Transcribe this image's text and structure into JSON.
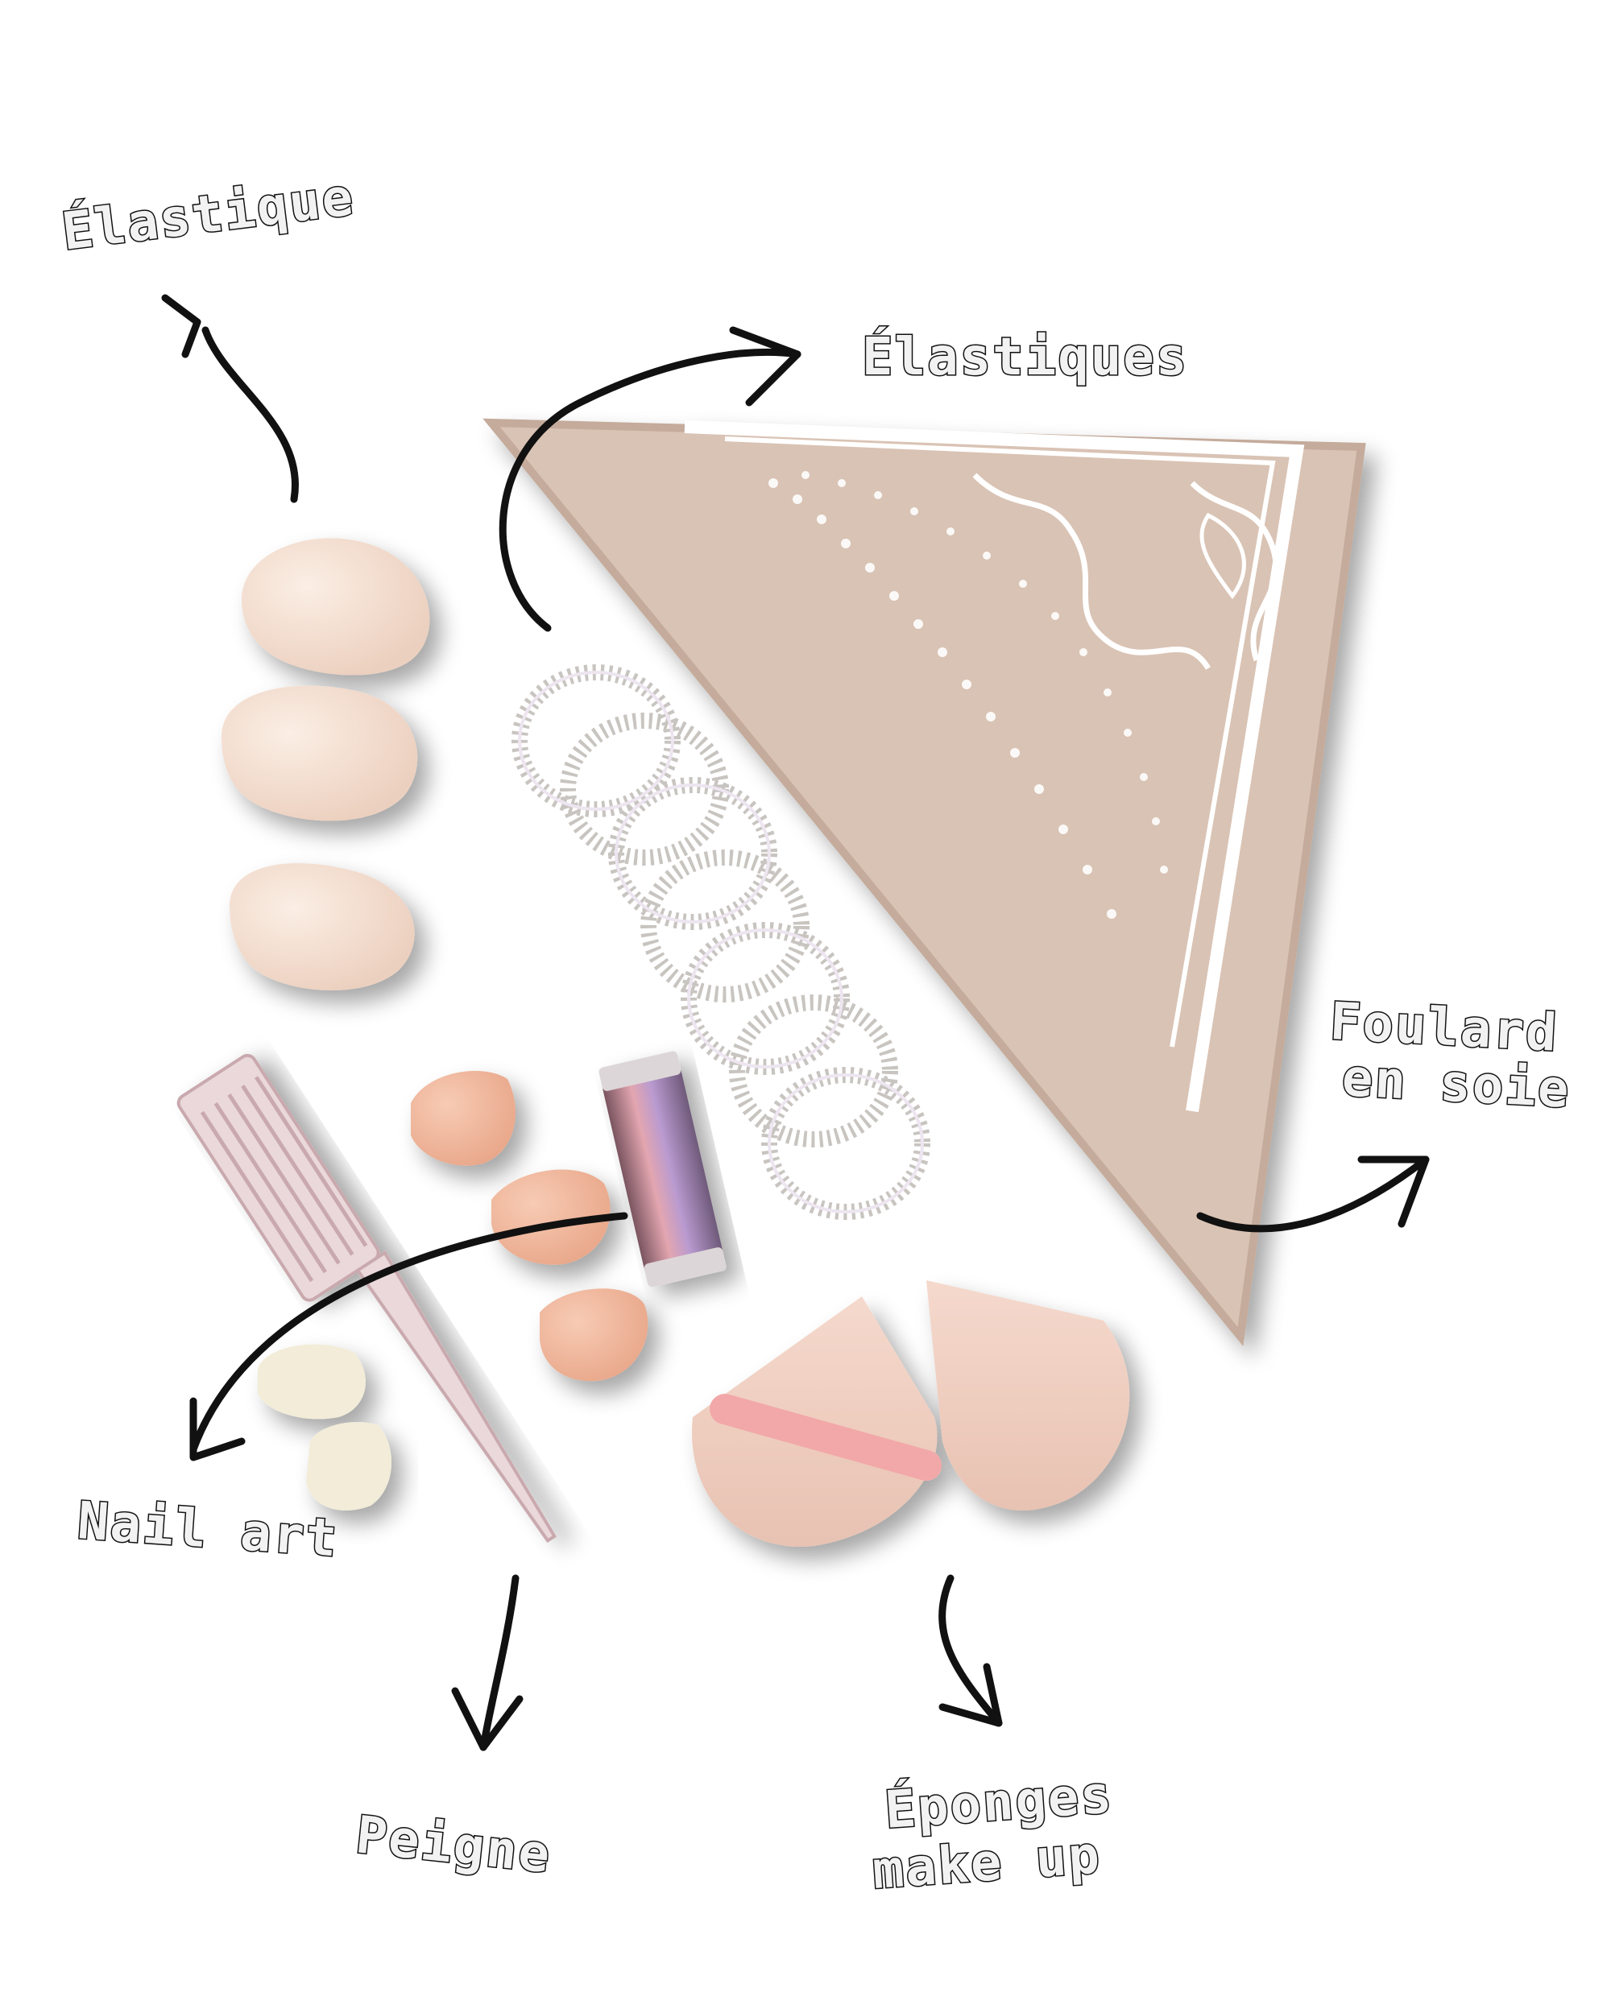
{
  "labels": {
    "elastique": "Élastique",
    "elastiques": "Élastiques",
    "foulard_line1": "Foulard",
    "foulard_line2": "en soie",
    "nail_art": "Nail art",
    "peigne": "Peigne",
    "eponges_line1": "Éponges",
    "eponges_line2": "make up"
  },
  "colors": {
    "background": "#ffffff",
    "scarf": "#d9c3b4",
    "scarf_pattern": "#ffffff",
    "beauty_blender": "#f3dccd",
    "mini_sponge": "#f0b89d",
    "powder_puff": "#efcdbf",
    "ribbon": "#f2a8a8",
    "comb": "#ead8da",
    "hair_coil": "#c8c4c0",
    "nail_tube": "#c98d8d",
    "nail_sponge": "#f2ecd8",
    "ink": "#111111"
  },
  "objects": [
    "beauty-blender-sponge",
    "spiral-hair-ties",
    "silk-scarf",
    "hair-comb",
    "mini-makeup-sponges",
    "nail-art-tube",
    "nail-art-sponges",
    "powder-puffs"
  ]
}
